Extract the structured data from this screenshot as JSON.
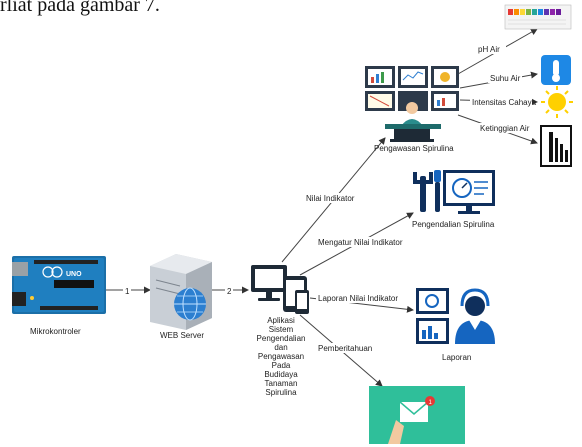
{
  "caption": "rliat pada gambar 7.",
  "nodes": {
    "microcontroller": "Mikrokontroler",
    "web_server": "WEB Server",
    "application": [
      "Aplikasi",
      "Sistem",
      "Pengendalian",
      "dan",
      "Pengawasan",
      "Pada",
      "Budidaya",
      "Tanaman",
      "Spirulina"
    ],
    "monitoring": "Pengawasan Spirulina",
    "control": "Pengendalian Spirulina",
    "report": "Laporan"
  },
  "edges": {
    "e1": "1",
    "e2": "2",
    "nilai_indikator": "Nilai Indikator",
    "mengatur": "Mengatur Nilai Indikator",
    "laporan_nilai": "Laporan Nilai Indikator",
    "pemberitahuan": "Pemberitahuan"
  },
  "sensors": {
    "ph": "pH Air",
    "suhu": "Suhu Air",
    "cahaya": "Intensitas Cahaya",
    "ketinggian": "Ketinggian Air"
  },
  "board_text": "UNO"
}
